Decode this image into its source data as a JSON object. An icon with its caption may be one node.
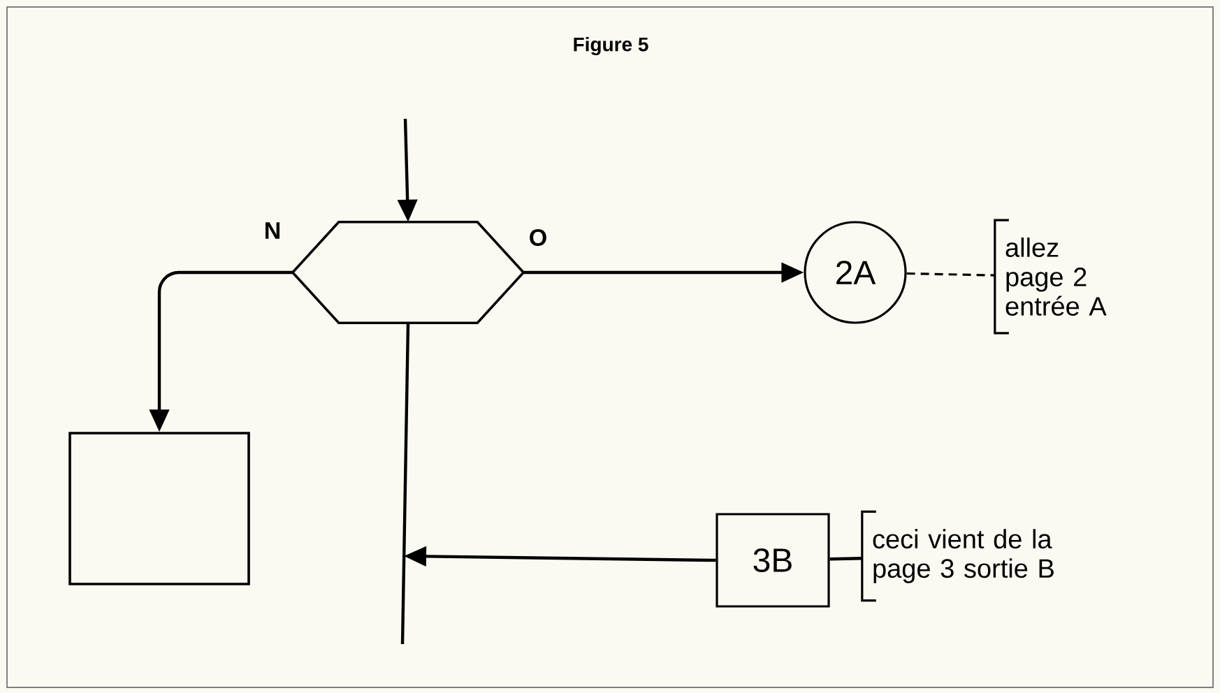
{
  "diagram": {
    "title": "Figure 5",
    "nodes": [
      {
        "text": [],
        "shape": "hexagon"
      },
      {
        "text": [],
        "shape": "box"
      },
      {
        "text": [
          "2A"
        ]
      },
      {
        "text": [
          "allez page 2 entrée A"
        ]
      },
      {
        "text": [
          "3B"
        ]
      },
      {
        "text": [
          "ceci vient de la page 3 sortie B"
        ]
      }
    ],
    "edges": [
      {
        "from": null,
        "to": 0,
        "arrow": "to"
      },
      {
        "from": 0,
        "to": 1,
        "arrow": "to",
        "label": "N"
      },
      {
        "from": 0,
        "to": 2,
        "arrow": "to",
        "label": "O"
      },
      {
        "from": 2,
        "to": 3,
        "arrow": "none",
        "style": "dashed"
      },
      {
        "from": 0,
        "to": null,
        "arrow": "none"
      },
      {
        "from": 4,
        "to": null,
        "arrow": "to"
      },
      {
        "from": 4,
        "to": 5,
        "arrow": "none"
      }
    ]
  }
}
